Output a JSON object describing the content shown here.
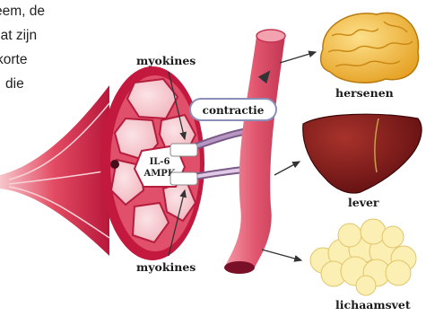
{
  "intro_text": {
    "lines": [
      "eem, de",
      "dat zijn",
      "korte",
      "die"
    ]
  },
  "labels": {
    "myokines_top": "myokines",
    "myokines_bottom": "myokines",
    "contractie": "contractie",
    "il6_line1": "IL-6",
    "il6_line2": "AMPK",
    "hersenen": "hersenen",
    "lever": "lever",
    "lichaamsvet": "lichaamsvet"
  },
  "colors": {
    "muscle": "#d9304a",
    "muscle_light": "#f2a3ad",
    "vessel": "#e2576f",
    "brain": "#f0b52e",
    "liver": "#7a1616",
    "fat": "#f7e8a0"
  }
}
